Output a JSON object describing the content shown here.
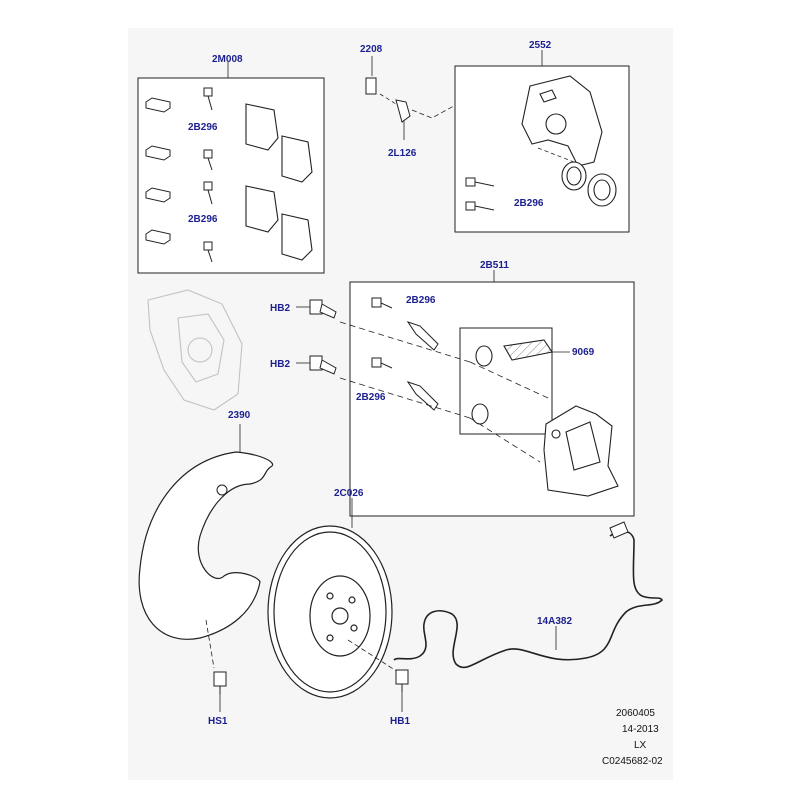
{
  "callouts": {
    "pad_kit": "2M008",
    "bleed_screw": "2208",
    "caliper": "2552",
    "bolt_a": "2B296",
    "bolt_b": "2B296",
    "bolt_c": "2B296",
    "bolt_d": "2B296",
    "bolt_e": "2B296",
    "bleed_cap": "2L126",
    "carrier_kit": "2B511",
    "carrier_bolt_top": "HB2",
    "carrier_bolt_bottom": "HB2",
    "pin_boot": "9069",
    "splash_shield": "2390",
    "disc": "2C026",
    "wear_sensor": "14A382",
    "shield_screw": "HS1",
    "disc_screw": "HB1"
  },
  "reference": {
    "line1": "2060405",
    "line2": "14-2013",
    "line3": "LX",
    "line4": "C0245682-02"
  },
  "colors": {
    "background": "#ffffff",
    "panel": "#f6f6f6",
    "callout": "#1c1f8f",
    "line": "#222222",
    "ghost": "#c2c2c2"
  }
}
